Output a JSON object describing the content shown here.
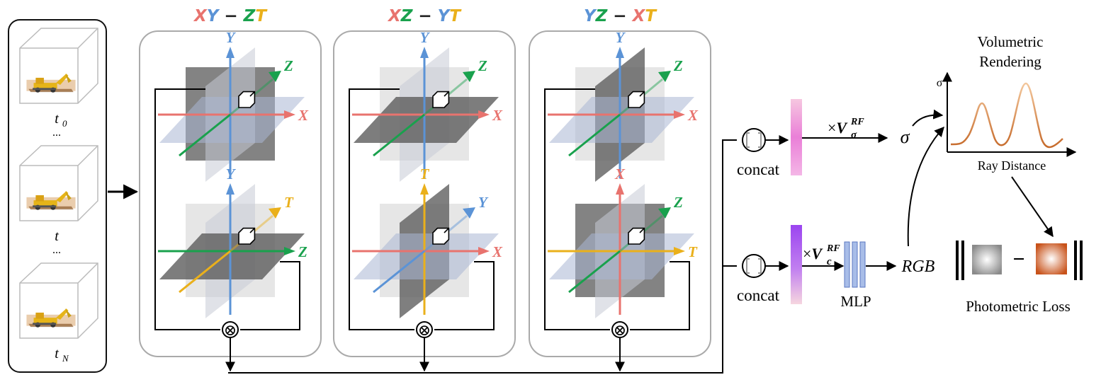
{
  "frames": {
    "labels": [
      "t",
      "...",
      "t",
      "...",
      "t"
    ],
    "subscripts": [
      "0",
      "",
      "",
      "",
      "N"
    ]
  },
  "columns": [
    {
      "title": [
        {
          "t": "X",
          "c": "x"
        },
        {
          "t": "Y",
          "c": "y"
        },
        {
          "t": " − ",
          "c": "k"
        },
        {
          "t": "Z",
          "c": "z"
        },
        {
          "t": "T",
          "c": "t"
        }
      ],
      "top": {
        "up": "Y",
        "up_c": "y",
        "right": "X",
        "right_c": "x",
        "diag": "Z",
        "diag_c": "z"
      },
      "bottom": {
        "up": "Y",
        "up_c": "y",
        "right": "Z",
        "right_c": "z",
        "diag": "T",
        "diag_c": "t"
      }
    },
    {
      "title": [
        {
          "t": "X",
          "c": "x"
        },
        {
          "t": "Z",
          "c": "z"
        },
        {
          "t": " − ",
          "c": "k"
        },
        {
          "t": "Y",
          "c": "y"
        },
        {
          "t": "T",
          "c": "t"
        }
      ],
      "top": {
        "up": "Y",
        "up_c": "y",
        "right": "X",
        "right_c": "x",
        "diag": "Z",
        "diag_c": "z"
      },
      "bottom": {
        "up": "T",
        "up_c": "t",
        "right": "X",
        "right_c": "x",
        "diag": "Y",
        "diag_c": "y"
      }
    },
    {
      "title": [
        {
          "t": "Y",
          "c": "y"
        },
        {
          "t": "Z",
          "c": "z"
        },
        {
          "t": " − ",
          "c": "k"
        },
        {
          "t": "X",
          "c": "x"
        },
        {
          "t": "T",
          "c": "t"
        }
      ],
      "top": {
        "up": "Y",
        "up_c": "y",
        "right": "X",
        "right_c": "x",
        "diag": "Z",
        "diag_c": "z"
      },
      "bottom": {
        "up": "X",
        "up_c": "x",
        "right": "T",
        "right_c": "t",
        "diag": "Z",
        "diag_c": "z"
      }
    }
  ],
  "colors": {
    "x": "#e8736e",
    "y": "#5b93d6",
    "z": "#19a14d",
    "t": "#eab01b",
    "k": "#222222"
  },
  "labels": {
    "concat_top": "concat",
    "concat_bottom": "concat",
    "v_sigma_prefix": "×",
    "v_sigma_base": "V",
    "v_sigma_sub": "σ",
    "v_sigma_sup": "RF",
    "v_c_prefix": "×",
    "v_c_base": "V",
    "v_c_sub": "c",
    "v_c_sup": "RF",
    "sigma": "σ",
    "mlp": "MLP",
    "rgb": "RGB",
    "vr_title_1": "Volumetric",
    "vr_title_2": "Rendering",
    "plot_ylabel": "σ",
    "plot_xlabel": "Ray Distance",
    "loss_minus": "−",
    "photometric_loss": "Photometric Loss",
    "otimes": "⊗"
  }
}
